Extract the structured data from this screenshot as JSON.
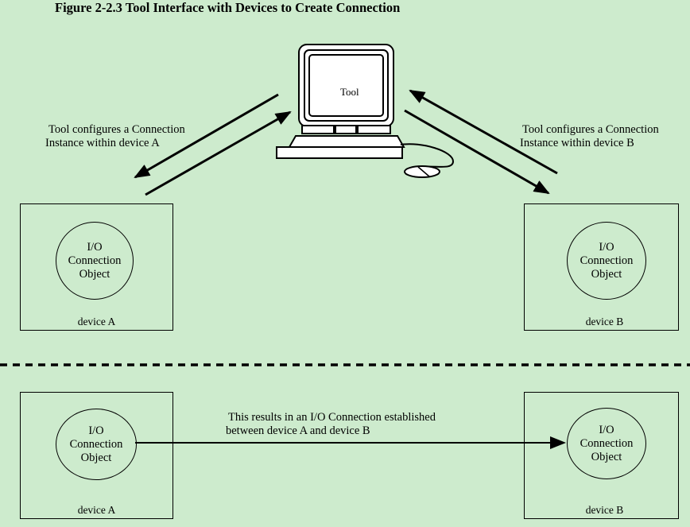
{
  "figure_title": "Figure 2-2.3 Tool Interface with Devices to Create Connection",
  "tool": {
    "label": "Tool"
  },
  "top": {
    "caption_left": {
      "line1": "Tool configures  a Connection",
      "line2": "Instance within device A"
    },
    "caption_right": {
      "line1": "Tool configures  a Connection",
      "line2": "Instance within device B"
    },
    "device_a": {
      "object_lines": [
        "I/O",
        "Connection",
        "Object"
      ],
      "label": "device A"
    },
    "device_b": {
      "object_lines": [
        "I/O",
        "Connection",
        "Object"
      ],
      "label": "device B"
    }
  },
  "bottom": {
    "caption": {
      "line1": "This results in an I/O Connection established",
      "line2": "between device A and device B"
    },
    "device_a": {
      "object_lines": [
        "I/O",
        "Connection",
        "Object"
      ],
      "label": "device A"
    },
    "device_b": {
      "object_lines": [
        "I/O",
        "Connection",
        "Object"
      ],
      "label": "device B"
    }
  }
}
